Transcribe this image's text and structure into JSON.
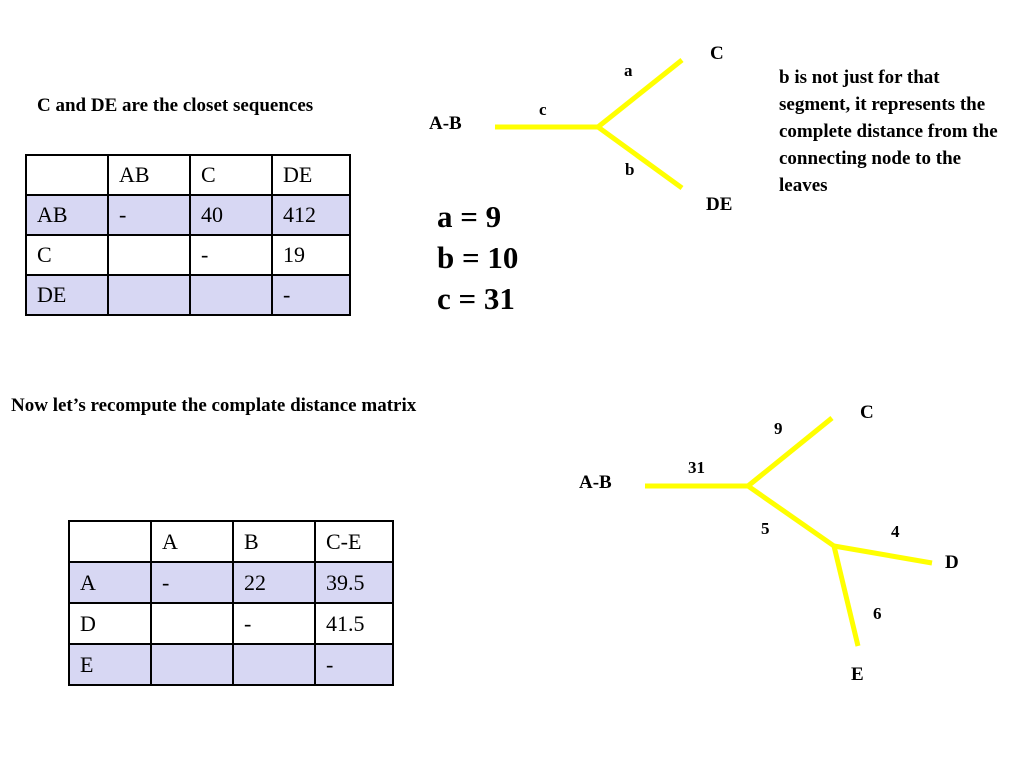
{
  "colors": {
    "branch": "#ffff00",
    "shaded_row": "#d7d7f3"
  },
  "top": {
    "heading": "C and DE are the closet sequences",
    "table": {
      "headers": [
        "",
        "AB",
        "C",
        "DE"
      ],
      "rows": [
        [
          "AB",
          "-",
          "40",
          "412"
        ],
        [
          "C",
          "",
          "-",
          "19"
        ],
        [
          "DE",
          "",
          "",
          "-"
        ]
      ]
    },
    "equations": [
      "a = 9",
      "b = 10",
      "c = 31"
    ],
    "tree": {
      "leaves": {
        "ab": "A-B",
        "c": "C",
        "de": "DE"
      },
      "edges": {
        "a": "a",
        "b": "b",
        "c": "c"
      }
    },
    "note": "b is not just for that segment, it represents the complete distance from the connecting node to the leaves"
  },
  "bottom": {
    "heading": "Now let’s recompute the complate distance matrix",
    "table": {
      "headers": [
        "",
        "A",
        "B",
        "C-E"
      ],
      "rows": [
        [
          "A",
          "-",
          "22",
          "39.5"
        ],
        [
          "D",
          "",
          "-",
          "41.5"
        ],
        [
          "E",
          "",
          "",
          "-"
        ]
      ]
    },
    "tree": {
      "leaves": {
        "ab": "A-B",
        "c": "C",
        "d": "D",
        "e": "E"
      },
      "edges": {
        "ab": "31",
        "c": "9",
        "mid": "5",
        "d": "4",
        "e": "6"
      }
    }
  }
}
